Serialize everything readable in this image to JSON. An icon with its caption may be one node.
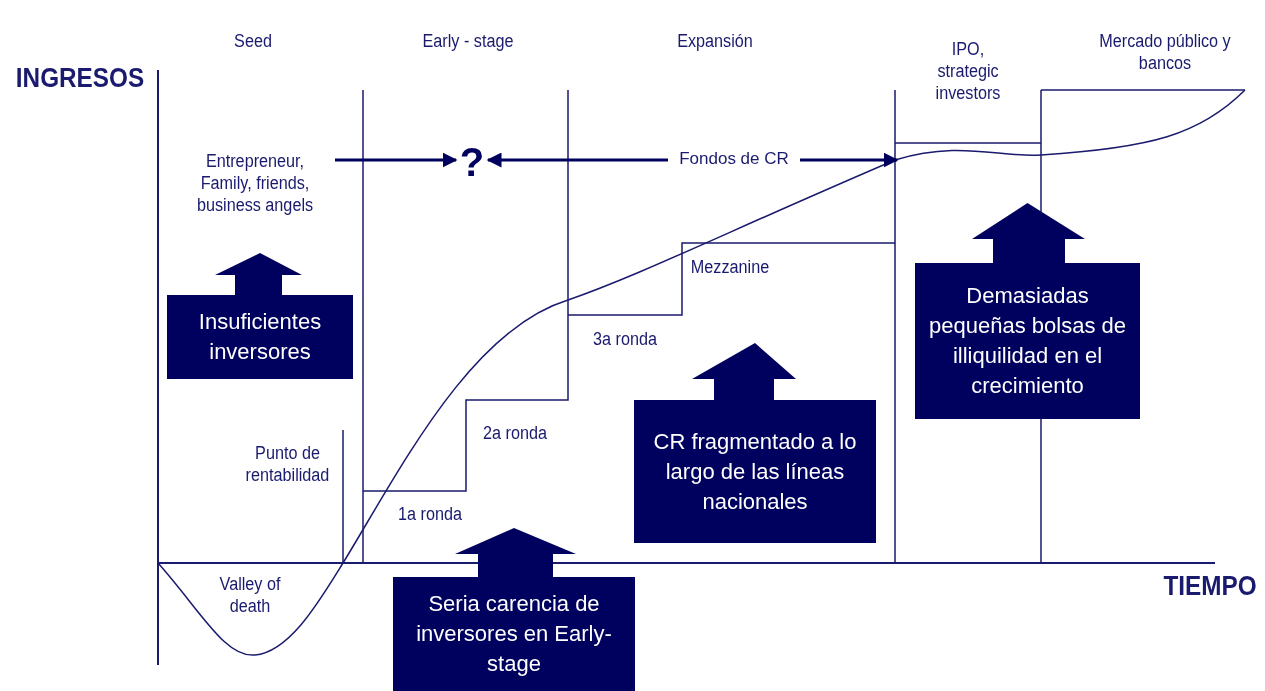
{
  "diagram": {
    "nodes": [
      {
        "text": [
          "Entrepreneur, Family, friends, business angels"
        ]
      },
      {
        "text": [
          "?"
        ]
      },
      {
        "text": [
          "Fondos de CR"
        ]
      },
      {
        "text": [
          "Insuficientes inversores"
        ]
      },
      {
        "text": [
          "Seria carencia de inversores en Early-stage"
        ]
      },
      {
        "text": [
          "CR fragmentado a lo largo de las líneas nacionales"
        ]
      },
      {
        "text": [
          "Demasiadas pequeñas bolsas de illiquilidad en el crecimiento"
        ]
      }
    ],
    "edges": [
      {
        "from": 0,
        "to": 1,
        "arrow": "to"
      },
      {
        "from": 2,
        "to": 1,
        "arrow": "to"
      },
      {
        "from": 2,
        "to": null,
        "arrow": "to"
      }
    ],
    "labels": [
      "Seed",
      "Early - stage",
      "Expansión",
      "IPO, strategic investors",
      "Mercado público y bancos",
      "INGRESOS",
      "Punto de rentabilidad",
      "Mezzanine",
      "3a ronda",
      "2a ronda",
      "1a ronda",
      "Valley of death",
      "TIEMPO"
    ]
  }
}
